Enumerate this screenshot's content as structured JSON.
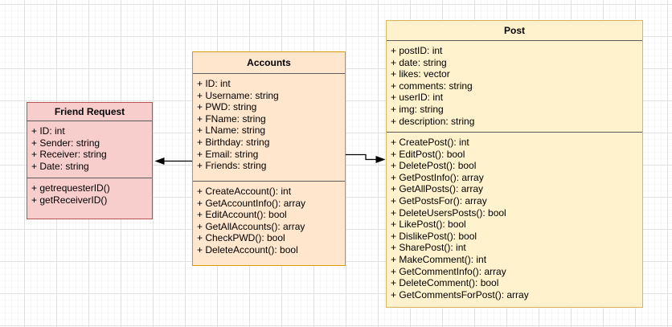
{
  "diagram": {
    "type": "uml-class-diagram",
    "classes": [
      {
        "name": "Friend Request",
        "attributes": [
          "+ ID: int",
          "+ Sender: string",
          "+ Receiver: string",
          "+ Date: string"
        ],
        "methods": [
          "+ getrequesterID()",
          "+ getReceiverID()"
        ],
        "fill_color": "#f8cecc",
        "border_color": "#b85450"
      },
      {
        "name": "Accounts",
        "attributes": [
          "+ ID: int",
          "+ Username: string",
          "+ PWD: string",
          "+ FName: string",
          "+ LName: string",
          "+ Birthday: string",
          "+ Email: string",
          "+ Friends: string"
        ],
        "methods": [
          "+ CreateAccount(): int",
          "+ GetAccountInfo(): array",
          "+ EditAccount(): bool",
          "+ GetAllAccounts(): array",
          "+ CheckPWD(): bool",
          "+ DeleteAccount(): bool"
        ],
        "fill_color": "#ffe6cc",
        "border_color": "#d79b00"
      },
      {
        "name": "Post",
        "attributes": [
          "+ postID: int",
          "+ date: string",
          "+ likes: vector",
          "+ comments: string",
          "+ userID: int",
          "+ img: string",
          "+ description: string"
        ],
        "methods": [
          "+ CreatePost(): int",
          "+ EditPost(): bool",
          "+ DeletePost(): bool",
          "+ GetPostInfo(): array",
          "+ GetAllPosts(): array",
          "+ GetPostsFor(): array",
          "+ DeleteUsersPosts(): bool",
          "+ LikePost(): bool",
          "+ DislikePost(): bool",
          "+ SharePost(): int",
          "+ MakeComment(): int",
          "+ GetCommentInfo(): array",
          "+ DeleteComment(): bool",
          "+ GetCommentsForPost(): array"
        ],
        "fill_color": "#fff2cc",
        "border_color": "#d6b656"
      }
    ],
    "connectors": [
      {
        "from": "Accounts",
        "to": "Friend Request",
        "style": "directed-arrow",
        "color": "#000000"
      },
      {
        "from": "Accounts",
        "to": "Post",
        "style": "directed-arrow",
        "color": "#000000"
      }
    ],
    "separator_color": "#5c5c5c"
  }
}
